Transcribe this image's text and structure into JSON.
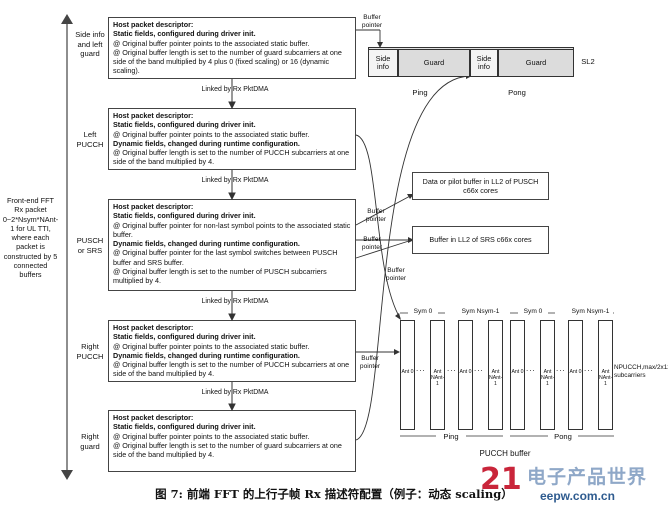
{
  "left_label": "Front-end FFT Rx packet 0~2*Nsym*NAnt-1 for UL TTI, where each packet is constructed by 5 connected buffers",
  "rows": [
    {
      "label": "Side info and left guard",
      "lines": [
        {
          "bold": true,
          "text": "Host packet descriptor:"
        },
        {
          "bold": true,
          "text": "Static fields, configured during driver init."
        },
        {
          "bold": false,
          "text": "@ Original buffer pointer points to the associated static buffer."
        },
        {
          "bold": false,
          "text": "@ Original buffer length is set to the number of guard subcarriers at one side of the band multiplied by 4 plus 0 (fixed scaling) or 16 (dynamic scaling)."
        }
      ]
    },
    {
      "label": "Left PUCCH",
      "lines": [
        {
          "bold": true,
          "text": "Host packet descriptor:"
        },
        {
          "bold": true,
          "text": "Static fields, configured during driver init."
        },
        {
          "bold": false,
          "text": "@ Original buffer pointer points to the associated static buffer."
        },
        {
          "bold": true,
          "text": "Dynamic fields, changed during runtime configuration."
        },
        {
          "bold": false,
          "text": "@ Original buffer length is set to the number of PUCCH subcarriers at one side of the band multiplied by 4."
        }
      ]
    },
    {
      "label": "PUSCH or SRS",
      "lines": [
        {
          "bold": true,
          "text": "Host packet descriptor:"
        },
        {
          "bold": true,
          "text": "Static fields, configured during driver init."
        },
        {
          "bold": false,
          "text": "@ Original buffer pointer for non-last symbol points to the associated static buffer."
        },
        {
          "bold": true,
          "text": "Dynamic fields, changed during runtime configuration."
        },
        {
          "bold": false,
          "text": "@ Original buffer pointer for the last symbol switches between PUSCH buffer and SRS buffer."
        },
        {
          "bold": false,
          "text": "@ Original buffer length is set to the number of PUSCH subcarriers multiplied by 4."
        }
      ]
    },
    {
      "label": "Right PUCCH",
      "lines": [
        {
          "bold": true,
          "text": "Host packet descriptor:"
        },
        {
          "bold": true,
          "text": "Static fields, configured during driver init."
        },
        {
          "bold": false,
          "text": "@ Original buffer pointer points to the associated static buffer."
        },
        {
          "bold": true,
          "text": "Dynamic fields, changed during runtime configuration."
        },
        {
          "bold": false,
          "text": "@ Original buffer length is set to the number of PUCCH subcarriers at one side of the band multiplied by 4."
        }
      ]
    },
    {
      "label": "Right guard",
      "lines": [
        {
          "bold": true,
          "text": "Host packet descriptor:"
        },
        {
          "bold": true,
          "text": "Static fields, configured during driver init."
        },
        {
          "bold": false,
          "text": "@ Original buffer pointer points to the associated static buffer."
        },
        {
          "bold": false,
          "text": "@ Original buffer length is set to the number of guard subcarriers at one side of the band multiplied by 4."
        }
      ]
    }
  ],
  "link_label": "Linked by Rx PktDMA",
  "buffer_pointer": "Buffer pointer",
  "sl2": {
    "cells": [
      "Side info",
      "Guard",
      "Side info",
      "Guard"
    ],
    "name": "SL2",
    "ping": "Ping",
    "pong": "Pong"
  },
  "ll2_boxes": [
    "Data or pilot buffer in LL2 of PUSCH c66x cores",
    "Buffer in LL2 of SRS c66x cores"
  ],
  "pucch": {
    "sym0": "Sym 0",
    "symN": "Sym Nsym-1",
    "ant0": "Ant 0",
    "antN": "Ant NAnt-1",
    "dots": "...",
    "subcarriers": "NPUCCH,max/2x12 subcarriers",
    "ping": "Ping",
    "pong": "Pong",
    "caption": "PUCCH buffer"
  },
  "figure_caption": "图 7: 前端 FFT 的上行子帧 Rx 描述符配置（例子：动态 scaling）",
  "watermark": {
    "main": "电子产品世界",
    "sub": "eepw.com.cn",
    "num": "21"
  }
}
